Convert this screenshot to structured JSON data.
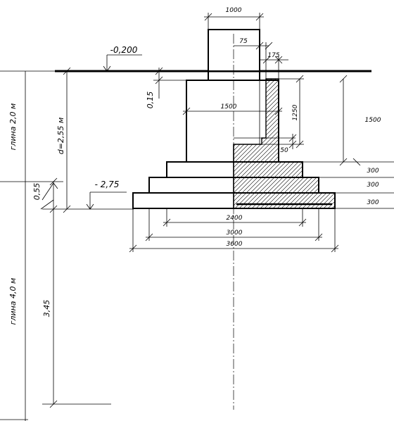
{
  "dimensions": {
    "column_width": "1000",
    "column_offset": "75",
    "wall_offset": "175",
    "wall_width": "1500",
    "wall_height": "1250",
    "notch": "50",
    "total_height": "1500",
    "step_1": "300",
    "step_2": "300",
    "step_3": "300",
    "base_2400": "2400",
    "base_3000": "3000",
    "base_3600": "3600"
  },
  "levels": {
    "ground": "-0,200",
    "foundation_bottom": "- 2,75"
  },
  "vertical_labels": {
    "h_015": "0,15",
    "depth": "d=2,55 м",
    "h_055": "0,55",
    "h_345": "3,45",
    "soil_top": "глина 2,0 м",
    "soil_bottom": "глина 4,0 м"
  },
  "colors": {
    "line": "#000000",
    "background": "#ffffff"
  }
}
